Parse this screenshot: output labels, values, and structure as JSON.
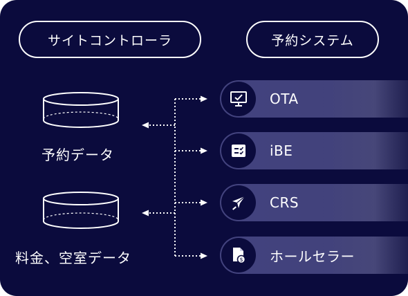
{
  "headers": {
    "site_controller": "サイトコントローラ",
    "reservation_system": "予約システム"
  },
  "databases": [
    {
      "label": "予約データ"
    },
    {
      "label": "料金、空室データ"
    }
  ],
  "systems": [
    {
      "label": "OTA",
      "icon": "monitor-check-icon"
    },
    {
      "label": "iBE",
      "icon": "checklist-icon"
    },
    {
      "label": "CRS",
      "icon": "airplane-icon"
    },
    {
      "label": "ホールセラー",
      "icon": "invoice-dollar-icon"
    }
  ],
  "colors": {
    "background": "#0b0b3d",
    "foreground": "#ffffff"
  }
}
